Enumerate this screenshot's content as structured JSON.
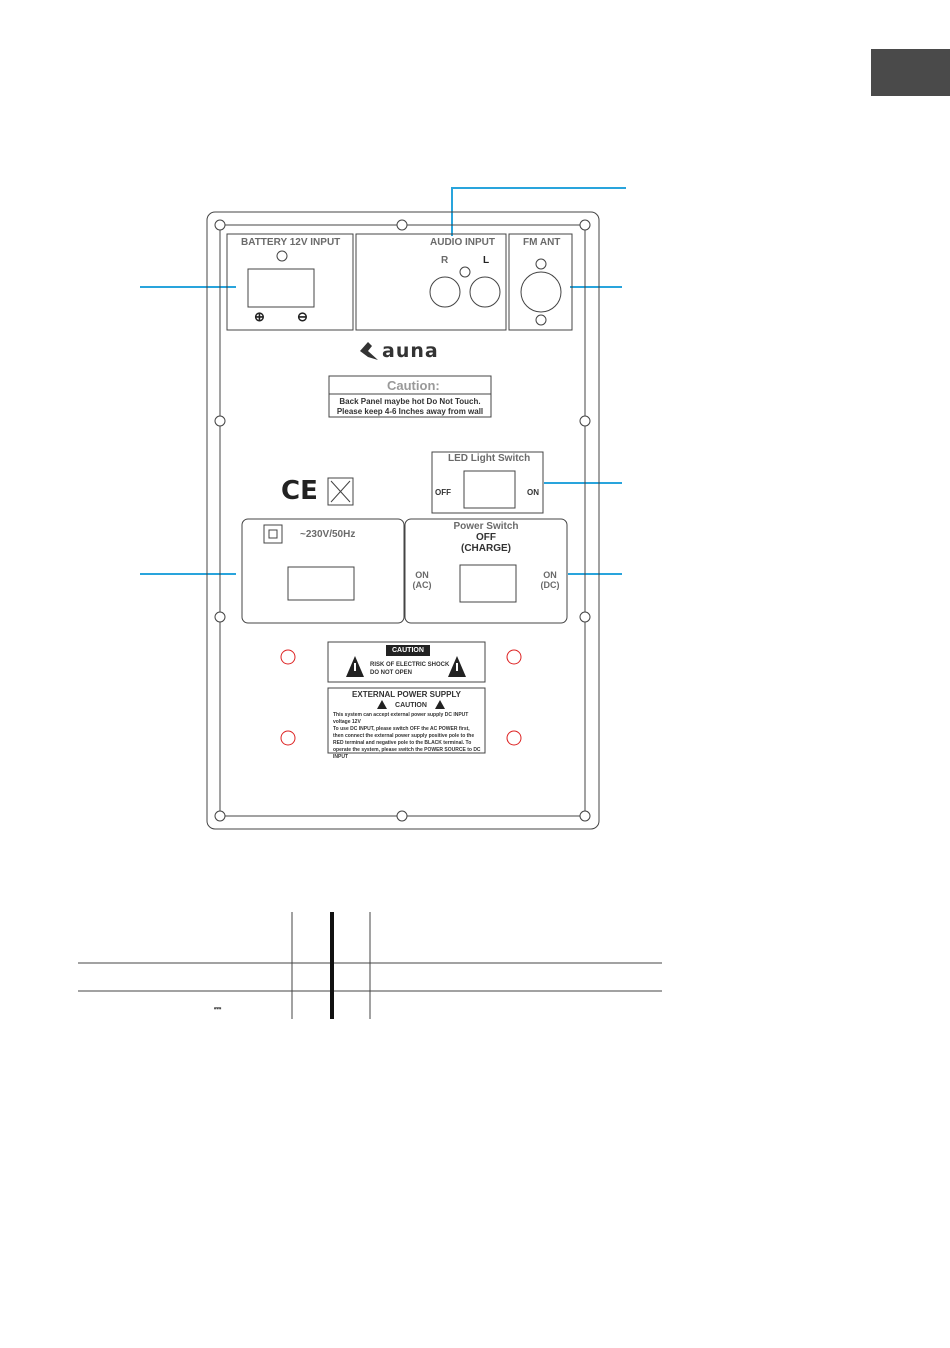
{
  "accent_color": "#29a4dc",
  "panel": {
    "battery_title": "BATTERY 12V INPUT",
    "battery_plus": "⊕",
    "battery_minus": "⊖",
    "audio_title": "AUDIO INPUT",
    "audio_r": "R",
    "audio_l": "L",
    "fm_title": "FM ANT",
    "brand": "auna",
    "caution_title": "Caution:",
    "caution_line1": "Back Panel maybe hot Do Not Touch.",
    "caution_line2": "Please keep 4-6 Inches away from wall",
    "led_title": "LED Light Switch",
    "led_off": "OFF",
    "led_on": "ON",
    "ce_mark": "CE",
    "voltage": "~230V/50Hz",
    "power_title": "Power Switch",
    "power_off": "OFF",
    "power_charge": "(CHARGE)",
    "power_on_ac": "ON",
    "power_ac": "(AC)",
    "power_on_dc": "ON",
    "power_dc": "(DC)",
    "caution_label": "CAUTION",
    "shock_line1": "RISK OF ELECTRIC SHOCK",
    "shock_line2": "DO NOT OPEN",
    "ext_title": "EXTERNAL POWER SUPPLY",
    "ext_caution": "CAUTION",
    "ext_bullet1": "This system can accept external power supply DC INPUT voltage 12V",
    "ext_bullet2": "To use DC INPUT, please switch OFF the AC POWER first, then connect the external power supply positive pole to the RED terminal and negative pole to the BLACK terminal. To operate the system, please switch the POWER SOURCE to DC INPUT"
  },
  "table": {
    "dc_symbol": "⎓"
  }
}
